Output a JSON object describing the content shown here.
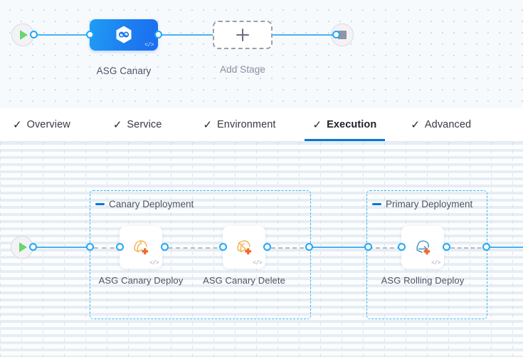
{
  "stage_canvas": {
    "start_node": {
      "name": "pipeline-start",
      "icon": "play-icon"
    },
    "end_node": {
      "name": "pipeline-end",
      "icon": "stop-icon"
    },
    "stages": [
      {
        "label": "ASG Canary",
        "icon": "harness-hexagon-icon",
        "code_badge": "</>",
        "selected": true
      }
    ],
    "add_stage": {
      "label": "Add Stage",
      "icon": "plus-icon"
    }
  },
  "tabs": [
    {
      "label": "Overview",
      "icon": "check-icon",
      "active": false
    },
    {
      "label": "Service",
      "icon": "check-icon",
      "active": false
    },
    {
      "label": "Environment",
      "icon": "check-icon",
      "active": false
    },
    {
      "label": "Execution",
      "icon": "check-icon",
      "active": true
    },
    {
      "label": "Advanced",
      "icon": "check-icon",
      "active": false
    }
  ],
  "execution": {
    "start_node": {
      "name": "execution-start",
      "icon": "play-icon"
    },
    "groups": [
      {
        "label": "Canary Deployment",
        "collapse_icon": "minus-icon",
        "steps": [
          {
            "label": "ASG Canary Deploy",
            "icon": "asg-canary-deploy-icon",
            "code_badge": "</>"
          },
          {
            "label": "ASG Canary Delete",
            "icon": "asg-canary-delete-icon",
            "code_badge": "</>"
          }
        ]
      },
      {
        "label": "Primary Deployment",
        "collapse_icon": "minus-icon",
        "steps": [
          {
            "label": "ASG Rolling Deploy",
            "icon": "asg-rolling-deploy-icon",
            "code_badge": "</>"
          }
        ]
      }
    ]
  },
  "colors": {
    "accent": "#0278d5",
    "link": "#43b3f4",
    "port": "#1fa7f8",
    "group_border": "#39b3f5",
    "stage_gradient_from": "#1f9df5",
    "stage_gradient_to": "#1a6ef0",
    "aws_orange": "#f58536",
    "play_green": "#6bd66b",
    "stop_gray": "#9293a5"
  }
}
